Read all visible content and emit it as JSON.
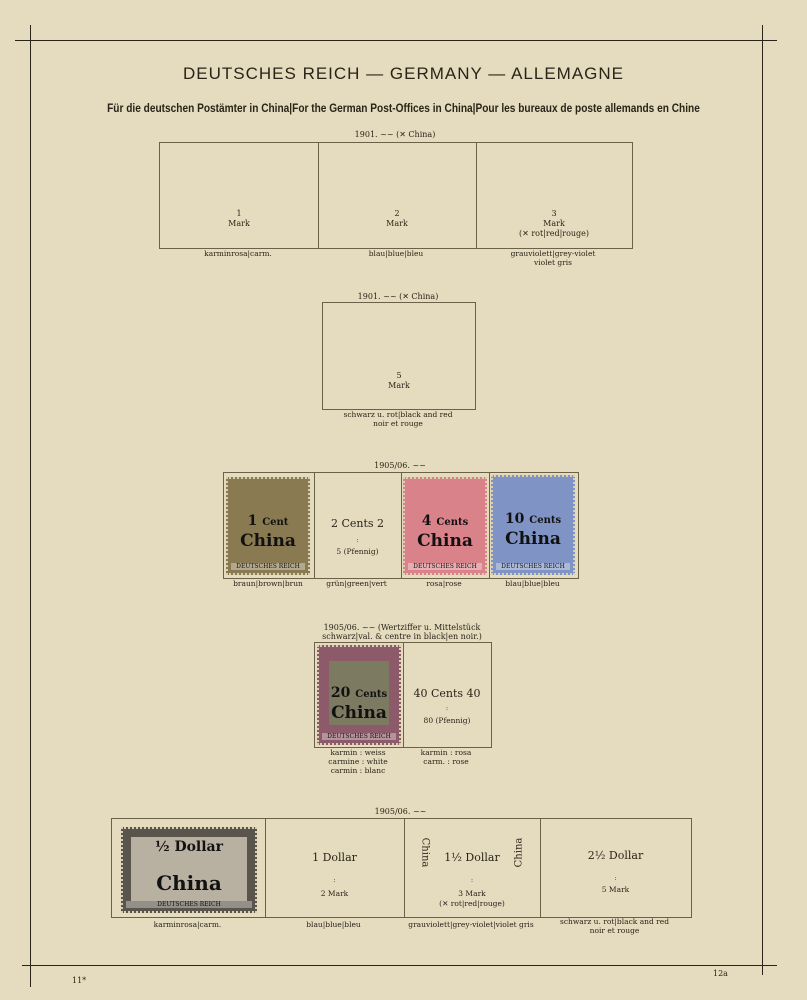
{
  "header": {
    "title": "DEUTSCHES REICH — GERMANY — ALLEMAGNE",
    "subtitle": "Für die deutschen Postämter in China|For the German Post-Offices in China|Pour les bureaux de poste allemands en Chine"
  },
  "sections": [
    {
      "caption": "1901. ~~ (✕ China)",
      "cells": [
        {
          "value": "1",
          "unit": "Mark",
          "note": "",
          "label": "karminrosa|carm."
        },
        {
          "value": "2",
          "unit": "Mark",
          "note": "",
          "label": "blau|blue|bleu"
        },
        {
          "value": "3",
          "unit": "Mark",
          "note": "(✕ rot|red|rouge)",
          "label": "grauviolett|grey-violet",
          "label2": "violet gris"
        }
      ]
    },
    {
      "caption": "1901. ~~ (✕ China)",
      "cells": [
        {
          "value": "5",
          "unit": "Mark",
          "label": "schwarz u. rot|black and red",
          "label2": "noir et rouge"
        }
      ]
    },
    {
      "caption": "1905/06. ~~",
      "cells": [
        {
          "stamp_value": "1",
          "stamp_unit": "Cent",
          "overprint": "China",
          "label": "braun|brown|brun",
          "color": "#8a7a52"
        },
        {
          "value": "2 Cents 2",
          "pfennig": "5 (Pfennig)",
          "label": "grün|green|vert"
        },
        {
          "stamp_value": "4",
          "stamp_unit": "Cents",
          "overprint": "China",
          "label": "rosa|rose",
          "color": "#d9828a"
        },
        {
          "stamp_value": "10",
          "stamp_unit": "Cents",
          "overprint": "China",
          "label": "blau|blue|bleu",
          "color": "#7f93c4"
        }
      ]
    },
    {
      "caption": "1905/06. ~~ (Wertziffer u. Mittelstück",
      "caption2": "schwarz|val. & centre in black|en noir.)",
      "cells": [
        {
          "stamp_value": "20",
          "stamp_unit": "Cents",
          "overprint": "China",
          "label": "karmin : weiss",
          "label2": "carmine : white",
          "label3": "carmin : blanc",
          "color": "#8c5a68"
        },
        {
          "value": "40 Cents 40",
          "pfennig": "80 (Pfennig)",
          "label": "karmin : rosa",
          "label2": "carm. : rose"
        }
      ]
    },
    {
      "caption": "1905/06. ~~",
      "cells": [
        {
          "stamp_value": "½ Dollar",
          "overprint": "China",
          "label": "karminrosa|carm.",
          "color": "#5a554c"
        },
        {
          "value": "1 Dollar",
          "mark": "2 Mark",
          "label": "blau|blue|bleu"
        },
        {
          "value": "1½ Dollar",
          "mark": "3 Mark",
          "note": "(✕ rot|red|rouge)",
          "side": "China",
          "label": "grauviolett|grey-violet|violet gris"
        },
        {
          "value": "2½ Dollar",
          "mark": "5 Mark",
          "label": "schwarz u. rot|black and red",
          "label2": "noir et rouge"
        }
      ]
    }
  ],
  "stamp_text": {
    "reich": "DEUTSCHES REICH",
    "colon": ":"
  },
  "footer": {
    "left": "11*",
    "right": "12a"
  }
}
